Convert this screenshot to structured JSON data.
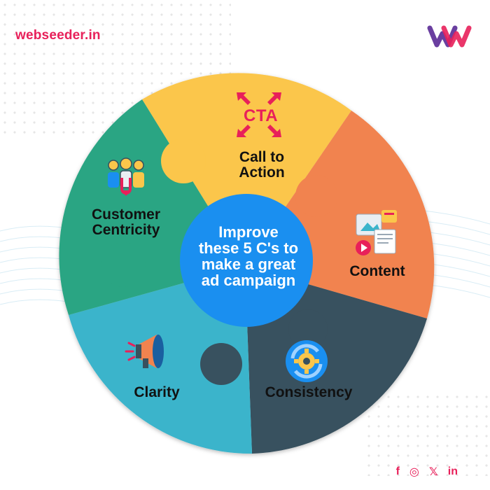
{
  "brand": {
    "name": "webseeder.in"
  },
  "center": {
    "lines": [
      "Improve",
      "these 5 C's to",
      "make a great",
      "ad campaign"
    ]
  },
  "pieces": {
    "call_to_action": {
      "lines": [
        "Call to",
        "Action"
      ],
      "badge": "CTA",
      "color": "#fbc64b"
    },
    "content": {
      "lines": [
        "Content"
      ],
      "color": "#f1834f"
    },
    "consistency": {
      "lines": [
        "Consistency"
      ],
      "color": "#38515e"
    },
    "clarity": {
      "lines": [
        "Clarity"
      ],
      "color": "#3bb4cb"
    },
    "customer_centricity": {
      "lines": [
        "Customer",
        "Centricity"
      ],
      "color": "#2aa583"
    }
  },
  "center_color": "#1a8ff0",
  "social": [
    "f",
    "◎",
    "𝕏",
    "in"
  ],
  "icons": [
    "cta-arrows-icon",
    "content-media-icon",
    "consistency-gear-icon",
    "clarity-megaphone-icon",
    "customer-group-icon"
  ]
}
